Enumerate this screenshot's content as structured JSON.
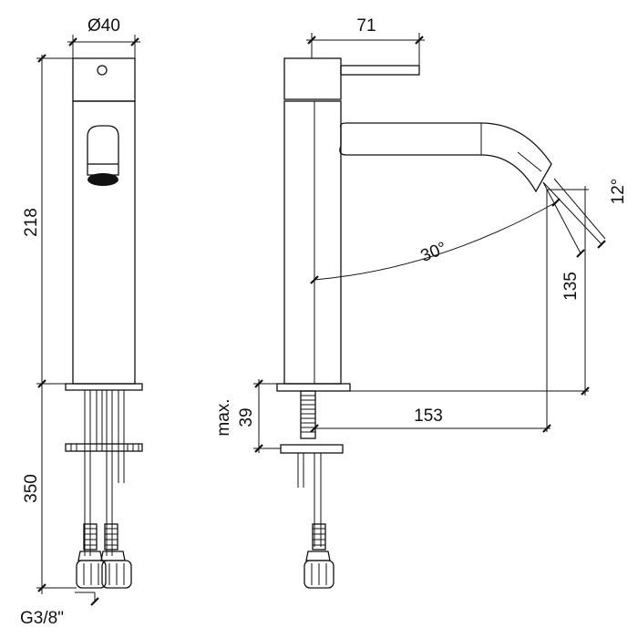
{
  "dimensions": {
    "diameter": "Ø40",
    "lever_length": "71",
    "body_height": "218",
    "below_deck": "350",
    "thread": "G3/8\"",
    "deck_max_label": "max.",
    "deck_max_value": "39",
    "spout_reach": "153",
    "spout_height": "135",
    "swivel_angle": "30°",
    "tilt_angle": "12°"
  }
}
